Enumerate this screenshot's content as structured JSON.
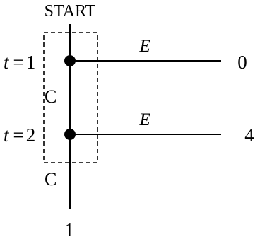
{
  "diagram": {
    "start_label": "START",
    "nodes": [
      {
        "time_label": "t = 1",
        "exit_label": "E",
        "payoff": "0"
      },
      {
        "time_label": "t = 2",
        "exit_label": "E",
        "payoff": "4"
      }
    ],
    "continue_labels": [
      "C",
      "C"
    ],
    "terminal_payoff": "1",
    "colors": {
      "ink": "#000000",
      "background": "#ffffff"
    }
  }
}
